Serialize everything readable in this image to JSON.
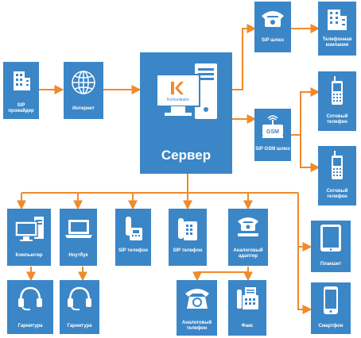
{
  "nodes": {
    "sip_provider": "SIP провайдер",
    "internet": "Интернет",
    "server": "Сервер",
    "sip_gateway": "SIP шлюз",
    "phone_company": "Телефонная компания",
    "sip_gsm_gateway": "SIP GSM шлюз",
    "mobile_1": "Сотовый телефон",
    "mobile_2": "Сотовый телефон",
    "computer": "Компьютер",
    "laptop": "Ноутбук",
    "sip_phone_1": "SIP телефон",
    "sip_phone_2": "SIP телефон",
    "analog_adapter": "Аналоговый адаптер",
    "headset_1": "Гарнитура",
    "headset_2": "Гарнитура",
    "analog_phone": "Аналоговый телефон",
    "fax": "Факс",
    "tablet": "Планшет",
    "smartphone": "Смартфон"
  },
  "server_logo_text": "Komunikator",
  "gsm_badge": "GSM",
  "colors": {
    "node": "#3b86c6",
    "link": "#f08a2a",
    "background": "#ffffff"
  }
}
